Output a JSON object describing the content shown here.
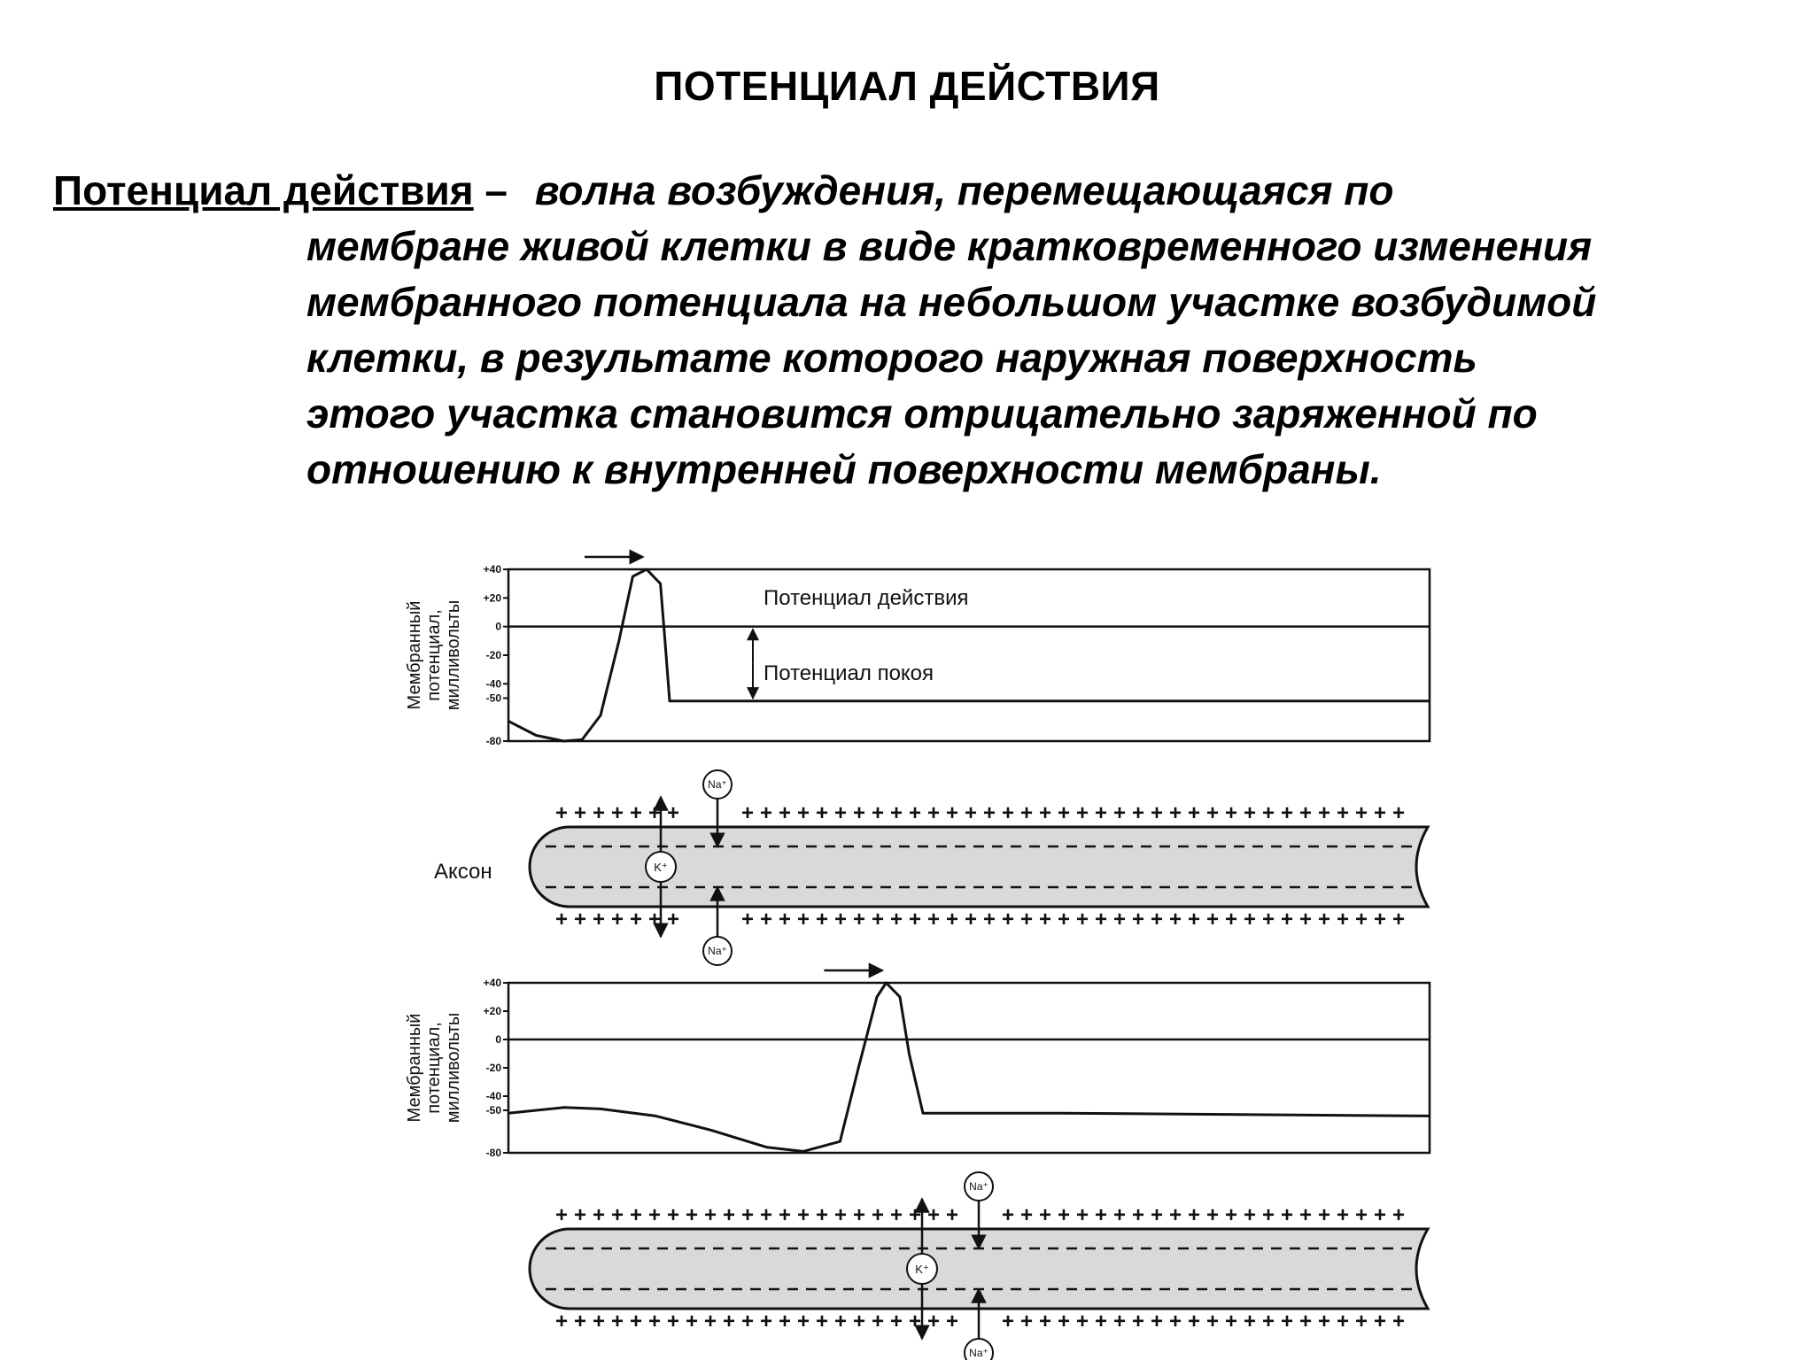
{
  "slide": {
    "title": "ПОТЕНЦИАЛ ДЕЙСТВИЯ",
    "definition": {
      "term": "Потенциал действия",
      "dash": "–",
      "first_line": "волна возбуждения, перемещающаяся по",
      "continuation_lines": [
        "мембране живой клетки в виде кратковременного изменения",
        "мембранного потенциала на небольшом участке возбудимой",
        "клетки, в результате которого наружная поверхность",
        "этого участка становится отрицательно заряженной по",
        "отношению к внутренней поверхности мембраны."
      ]
    }
  },
  "figure": {
    "y_axis_label_lines": [
      "Мембранный",
      "потенциал,",
      "милливольты"
    ],
    "y_ticks": [
      "+40",
      "+20",
      "0",
      "-20",
      "-40",
      "-50",
      "-80"
    ],
    "annotations": {
      "action_potential": "Потенциал действия",
      "resting_potential": "Потенциал покоя"
    },
    "axon_label": "Аксон",
    "ions": {
      "sodium": "Na⁺",
      "potassium": "K⁺"
    },
    "charge_symbols": {
      "plus": "+",
      "minus": "–"
    },
    "colors": {
      "axon_fill": "#d9d9d9",
      "ink": "#111111"
    }
  },
  "chart_data": [
    {
      "type": "line",
      "title": "",
      "ylabel": "Мембранный потенциал, милливольты",
      "xlabel": "",
      "ylim": [
        -80,
        40
      ],
      "yticks": [
        "+40",
        "+20",
        "0",
        "-20",
        "-40",
        "-50",
        "-80"
      ],
      "x_units": "relative position along axon (0–1)",
      "series": [
        {
          "points": [
            [
              0.0,
              -66
            ],
            [
              0.03,
              -76
            ],
            [
              0.06,
              -80
            ],
            [
              0.08,
              -79
            ],
            [
              0.1,
              -62
            ],
            [
              0.12,
              -10
            ],
            [
              0.135,
              35
            ],
            [
              0.15,
              40
            ],
            [
              0.165,
              30
            ],
            [
              0.17,
              -10
            ],
            [
              0.175,
              -52
            ],
            [
              0.2,
              -52
            ],
            [
              1.0,
              -52
            ]
          ]
        }
      ]
    },
    {
      "type": "line",
      "title": "",
      "ylabel": "Мембранный потенциал, милливольты",
      "xlabel": "",
      "ylim": [
        -80,
        40
      ],
      "yticks": [
        "+40",
        "+20",
        "0",
        "-20",
        "-40",
        "-50",
        "-80"
      ],
      "x_units": "relative position along axon (0–1)",
      "series": [
        {
          "points": [
            [
              0.0,
              -52
            ],
            [
              0.06,
              -48
            ],
            [
              0.1,
              -49
            ],
            [
              0.16,
              -54
            ],
            [
              0.22,
              -64
            ],
            [
              0.28,
              -76
            ],
            [
              0.32,
              -79
            ],
            [
              0.36,
              -72
            ],
            [
              0.38,
              -20
            ],
            [
              0.4,
              30
            ],
            [
              0.41,
              40
            ],
            [
              0.425,
              30
            ],
            [
              0.435,
              -10
            ],
            [
              0.45,
              -52
            ],
            [
              0.6,
              -52
            ],
            [
              1.0,
              -54
            ]
          ]
        }
      ]
    }
  ]
}
